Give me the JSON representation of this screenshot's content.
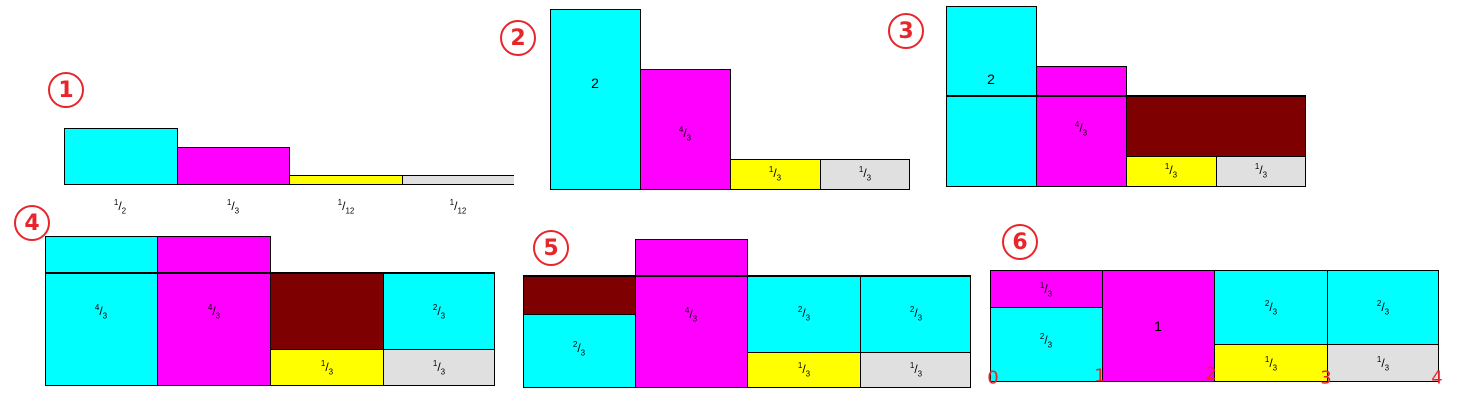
{
  "colors": {
    "cyan": "#00ffff",
    "magenta": "#ff00ff",
    "yellow": "#ffff00",
    "gray": "#e0e0e0",
    "maroon": "#7f0000",
    "badge_red": "#e8252a"
  },
  "panels": {
    "p1": {
      "badge": "1",
      "labels": {
        "l1": "1",
        "l1d": "2",
        "l2": "1",
        "l2d": "3",
        "l3": "1",
        "l3d": "12",
        "l4": "1",
        "l4d": "12"
      }
    },
    "p2": {
      "badge": "2",
      "labels": {
        "big": "2",
        "f1n": "4",
        "f1d": "3",
        "f2n": "1",
        "f2d": "3",
        "f3n": "1",
        "f3d": "3"
      }
    },
    "p3": {
      "badge": "3",
      "labels": {
        "big": "2",
        "f1n": "4",
        "f1d": "3",
        "f2n": "1",
        "f2d": "3",
        "f3n": "1",
        "f3d": "3"
      }
    },
    "p4": {
      "badge": "4",
      "labels": {
        "a_n": "4",
        "a_d": "3",
        "b_n": "4",
        "b_d": "3",
        "c_n": "2",
        "c_d": "3",
        "d_n": "1",
        "d_d": "3",
        "e_n": "1",
        "e_d": "3"
      }
    },
    "p5": {
      "badge": "5",
      "labels": {
        "a_n": "2",
        "a_d": "3",
        "b_n": "4",
        "b_d": "3",
        "c_n": "2",
        "c_d": "3",
        "d_n": "2",
        "d_d": "3",
        "e_n": "1",
        "e_d": "3",
        "f_n": "1",
        "f_d": "3"
      }
    },
    "p6": {
      "badge": "6",
      "labels": {
        "a_n": "1",
        "a_d": "3",
        "b_n": "2",
        "b_d": "3",
        "big": "1",
        "c_n": "2",
        "c_d": "3",
        "d_n": "2",
        "d_d": "3",
        "e_n": "1",
        "e_d": "3",
        "f_n": "1",
        "f_d": "3"
      },
      "axis": [
        "0",
        "1",
        "2",
        "3",
        "4"
      ]
    }
  }
}
